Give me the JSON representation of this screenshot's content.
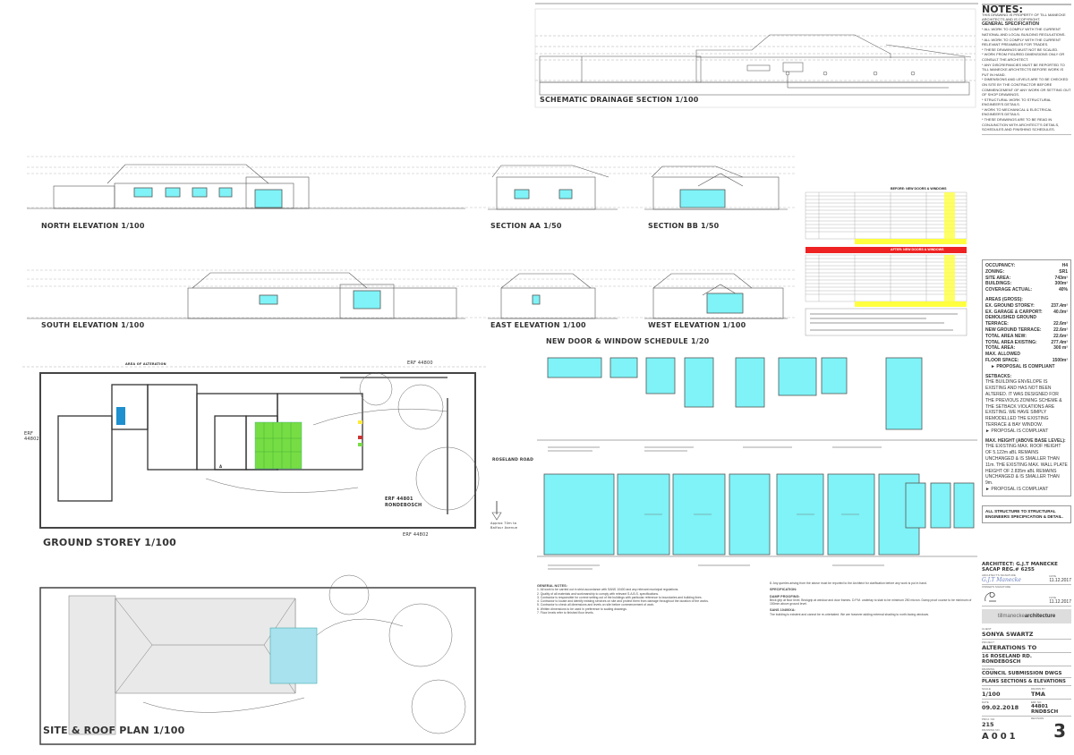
{
  "notes": {
    "title": "NOTES:",
    "copyright": "THIS DRAWING IS PROPERTY OF TILL MANECKE ARCHITECTS AND IS COPYRIGHT.",
    "general_heading": "GENERAL SPECIFICATION",
    "items": [
      "* ALL WORK TO COMPLY WITH THE CURRENT NATIONAL AND LOCAL BUILDING REGULATIONS.",
      "* ALL WORK TO COMPLY WITH THE CURRENT RELEVANT PREAMBLES FOR TRADES.",
      "* THESE DRAWINGS MUST NOT BE SCALED.",
      "* WORK FROM FIGURED DIMENSIONS ONLY OR CONSULT THE ARCHITECT.",
      "* ANY DISCREPANCIES MUST BE REPORTED TO TILL MANECKE ARCHITECTS BEFORE WORK IS PUT IN HAND.",
      "* DIMENSIONS AND LEVELS ARE TO BE CHECKED ON SITE BY THE CONTRACTOR BEFORE COMMENCEMENT OF ANY WORK OR SETTING OUT OF SHOP DRAWINGS.",
      "* STRUCTURAL WORK TO STRUCTURAL ENGINEER'S DETAILS.",
      "* WORK TO MECHANICAL & ELECTRICAL ENGINEER'S DETAILS.",
      "* THESE DRAWINGS ARE TO BE READ IN CONJUNCTION WITH ARCHITECT'S DETAILS, SCHEDULES AND FINISHING SCHEDULES."
    ]
  },
  "areas": {
    "summary": [
      {
        "label": "OCCUPANCY:",
        "value": "H4"
      },
      {
        "label": "ZONING:",
        "value": "SR1"
      },
      {
        "label": "SITE AREA:",
        "value": "743m²"
      },
      {
        "label": "BUILDINGS:",
        "value": "300m²"
      },
      {
        "label": "COVERAGE ACTUAL:",
        "value": "40%"
      }
    ],
    "gross_heading": "AREAS (GROSS):",
    "gross": [
      {
        "label": "EX. GROUND STOREY:",
        "value": "237.4m²"
      },
      {
        "label": "EX. GARAGE & CARPORT:",
        "value": "40.0m²"
      },
      {
        "label": "DEMOLISHED GROUND",
        "value": ""
      },
      {
        "label": "TERRACE:",
        "value": "22.6m²"
      },
      {
        "label": "NEW GROUND TERRACE:",
        "value": "22.6m²"
      },
      {
        "label": "TOTAL AREA NEW:",
        "value": "22.6m²"
      },
      {
        "label": "TOTAL AREA EXISTING:",
        "value": "277.4m²"
      },
      {
        "label": "TOTAL AREA:",
        "value": "300 m²"
      },
      {
        "label": "MAX. ALLOWED",
        "value": ""
      },
      {
        "label": "FLOOR SPACE:",
        "value": "1500m²"
      }
    ],
    "compliant_1": "► PROPOSAL IS COMPLIANT",
    "setbacks_heading": "SETBACKS:",
    "setbacks_text": "THE BUILDING ENVELOPE IS EXISTING AND HAS NOT BEEN ALTERED. IT WAS DESIGNED FOR THE PREVIOUS ZONING SCHEME & THE SETBACK VIOLATIONS ARE EXISTING. WE HAVE SIMPLY REMODELLED THE EXISTING TERRACE & BAY WINDOW.",
    "compliant_2": "► PROPOSAL IS COMPLIANT",
    "height_heading": "MAX. HEIGHT (ABOVE BASE LEVEL):",
    "height_text": "THE EXISTING MAX. ROOF HEIGHT OF 5.122m aBL REMAINS UNCHANGED & IS SMALLER THAN 11m. THE EXISTING MAX. WALL PLATE HEIGHT OF 2.835m aBL REMAINS UNCHANGED & IS SMALLER THAN 9m.",
    "compliant_3": "► PROPOSAL IS COMPLIANT"
  },
  "structure_note": "ALL STRUCTURE TO STRUCTURAL ENGINEERS SPECIFICATION & DETAIL.",
  "title_block": {
    "architect": "ARCHITECT: G.J.T MANECKE",
    "sacap": "SACAP REG.# 6255",
    "architect_sig_caption": "ARCHITECT'S SIGNATURE",
    "date_caption": "DATE",
    "architect_date": "11.12.2017",
    "owner_sig_caption": "OWNER'S SIGNATURE",
    "owner_date": "11.12.2017",
    "logo_light": "tillmanecke",
    "logo_bold": "architecture",
    "client_caption": "CLIENT",
    "client": "SONYA SWARTZ",
    "project_caption": "PROJECT",
    "project_1": "ALTERATIONS TO",
    "project_2": "16 ROSELAND RD. RONDEBOSCH",
    "drawing_caption": "DRAWING",
    "drawing_1": "COUNCIL SUBMISSION DWGS",
    "drawing_2": "PLANS SECTIONS & ELEVATIONS",
    "scale_caption": "SCALE",
    "scale": "1/100",
    "drawn_caption": "DRAWN BY",
    "drawn": "TMA",
    "date2_caption": "DATE",
    "date": "09.02.2018",
    "erf_caption": "ERF NO.",
    "erf": "44801 RNDBSCH",
    "proj_no_caption": "PROJ. NO.",
    "proj_no": "215",
    "revision_caption": "REVISION",
    "revision": "3",
    "drawing_no_caption": "DRAWING NO.",
    "drawing_no": "A001",
    "architect_signature": "G.J.T Manecke"
  },
  "drawings": {
    "drainage": "SCHEMATIC DRAINAGE SECTION 1/100",
    "north": "NORTH ELEVATION 1/100",
    "section_aa": "SECTION AA 1/50",
    "section_bb": "SECTION BB 1/50",
    "south": "SOUTH ELEVATION 1/100",
    "east": "EAST ELEVATION 1/100",
    "west": "WEST ELEVATION 1/100",
    "schedule": "NEW DOOR & WINDOW SCHEDULE 1/20",
    "ground": "GROUND STOREY 1/100",
    "site": "SITE & ROOF PLAN 1/100"
  },
  "plan_labels": {
    "erf_north": "ERF 44800",
    "erf_west_1": "ERF",
    "erf_west_2": "44802",
    "erf_south": "ERF 44802",
    "erf_site_1": "ERF 44801",
    "erf_site_2": "RONDEBOSCH",
    "road": "ROSELAND ROAD",
    "approx_1": "Approx 70m to",
    "approx_2": "Balfour Avenue",
    "area_alteration": "AREA OF ALTERATION",
    "section_marker": "A"
  },
  "spreadsheet": {
    "before_title": "BEFORE: NEW DOORS & WINDOWS",
    "after_title": "AFTER: NEW DOORS & WINDOWS"
  },
  "general_notes": {
    "heading": "GENERAL NOTES:",
    "items": [
      "1. All work to be carried out in strict accordance with SANS 10400 and any relevant municipal regulations.",
      "2. Quality of all materials and workmanship to comply with relevant S.A.B.S. specifications.",
      "3. Contractor is responsible for correct setting out of the buildings with particular reference to boundaries and building lines.",
      "4. Contractor to locate and identify existing services on site and protect them from damage throughout the duration of the works.",
      "5. Contractor to check all dimensions and levels on site before commencement of work.",
      "6. Written dimensions to be used in preference to scaling drawings.",
      "7. Floor levels refer to finished floor levels.",
      "8. Any queries arising from the above must be reported to the Architect for clarification before any work is put in hand."
    ],
    "spec_heading": "SPECIFICATION:",
    "damp_heading": "DAMP PROOFING:",
    "damp_text": "Brick grip at floor level. Brickgrip at window and door frames. D.P.M. underlay to slab to be minimum 250 micron. Damp proof course to be minimum of 150mm above ground level.",
    "sans_heading": "SANS 10400XA:",
    "sans_text": "The building is existent and cannot be re-orientated. We are however adding external shading to north-facing windows."
  }
}
